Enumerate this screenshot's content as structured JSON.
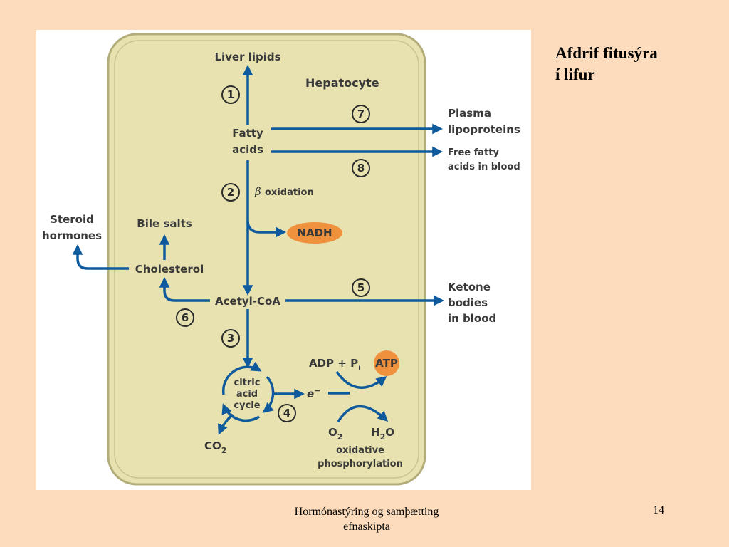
{
  "slide": {
    "title_line1": "Afdrif fitusýra",
    "title_line2": "í lifur",
    "footer_line1": "Hormónastýring og samþætting",
    "footer_line2": "efnaskipta",
    "slide_number": "14"
  },
  "diagram": {
    "cell_label": "Hepatocyte",
    "liver_lipids": "Liver lipids",
    "fatty_acids": [
      "Fatty",
      "acids"
    ],
    "beta_symbol": "β",
    "beta_oxidation": "oxidation",
    "nadh": "NADH",
    "acetyl_coa": "Acetyl-CoA",
    "cholesterol": "Cholesterol",
    "bile_salts": "Bile salts",
    "steroid_hormones": [
      "Steroid",
      "hormones"
    ],
    "plasma_lipoproteins": [
      "Plasma",
      "lipoproteins"
    ],
    "free_fatty_acids": [
      "Free fatty",
      "acids in blood"
    ],
    "ketone_bodies": [
      "Ketone",
      "bodies",
      "in blood"
    ],
    "citric_acid_cycle": [
      "citric",
      "acid",
      "cycle"
    ],
    "co2": "CO",
    "co2_sub": "2",
    "electron": "e",
    "electron_sup": "−",
    "adp_pi": "ADP + P",
    "pi_sub": "i",
    "atp": "ATP",
    "o2": "O",
    "o2_sub": "2",
    "h2o_h": "H",
    "h2o_sub": "2",
    "h2o_o": "O",
    "oxidative_phosphorylation": [
      "oxidative",
      "phosphorylation"
    ],
    "step_numbers": [
      "1",
      "2",
      "3",
      "4",
      "5",
      "6",
      "7",
      "8"
    ],
    "colors": {
      "cell_fill": "#e7e2b0",
      "cell_border": "#b3ad7a",
      "arrow": "#0e5a9c",
      "nadh_atp_fill": "#f0913e"
    }
  }
}
